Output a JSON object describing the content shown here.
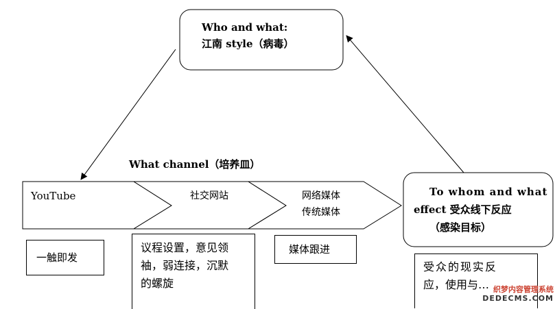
{
  "top_node": {
    "line1": "Who and what:",
    "line2": "江南 style（病毒）"
  },
  "channel_label": "What channel（培养皿）",
  "stages": [
    {
      "label": "YouTube"
    },
    {
      "label": "社交网站"
    },
    {
      "label": "网络媒体"
    },
    {
      "label": "传统媒体"
    }
  ],
  "effect_node": {
    "line1": "To whom and what",
    "line2": "effect 受众线下反应",
    "line3": "（感染目标）"
  },
  "notes": [
    {
      "text": "一触即发"
    },
    {
      "line1": "议程设置，意见领",
      "line2": "袖，弱连接，沉默",
      "line3": "的螺旋"
    },
    {
      "text": "媒体跟进"
    },
    {
      "line1": "受众的现实反",
      "line2": "应，使用与…"
    }
  ],
  "watermark": {
    "line1": "织梦内容管理系统",
    "line2": "DEDECMS.COM"
  }
}
